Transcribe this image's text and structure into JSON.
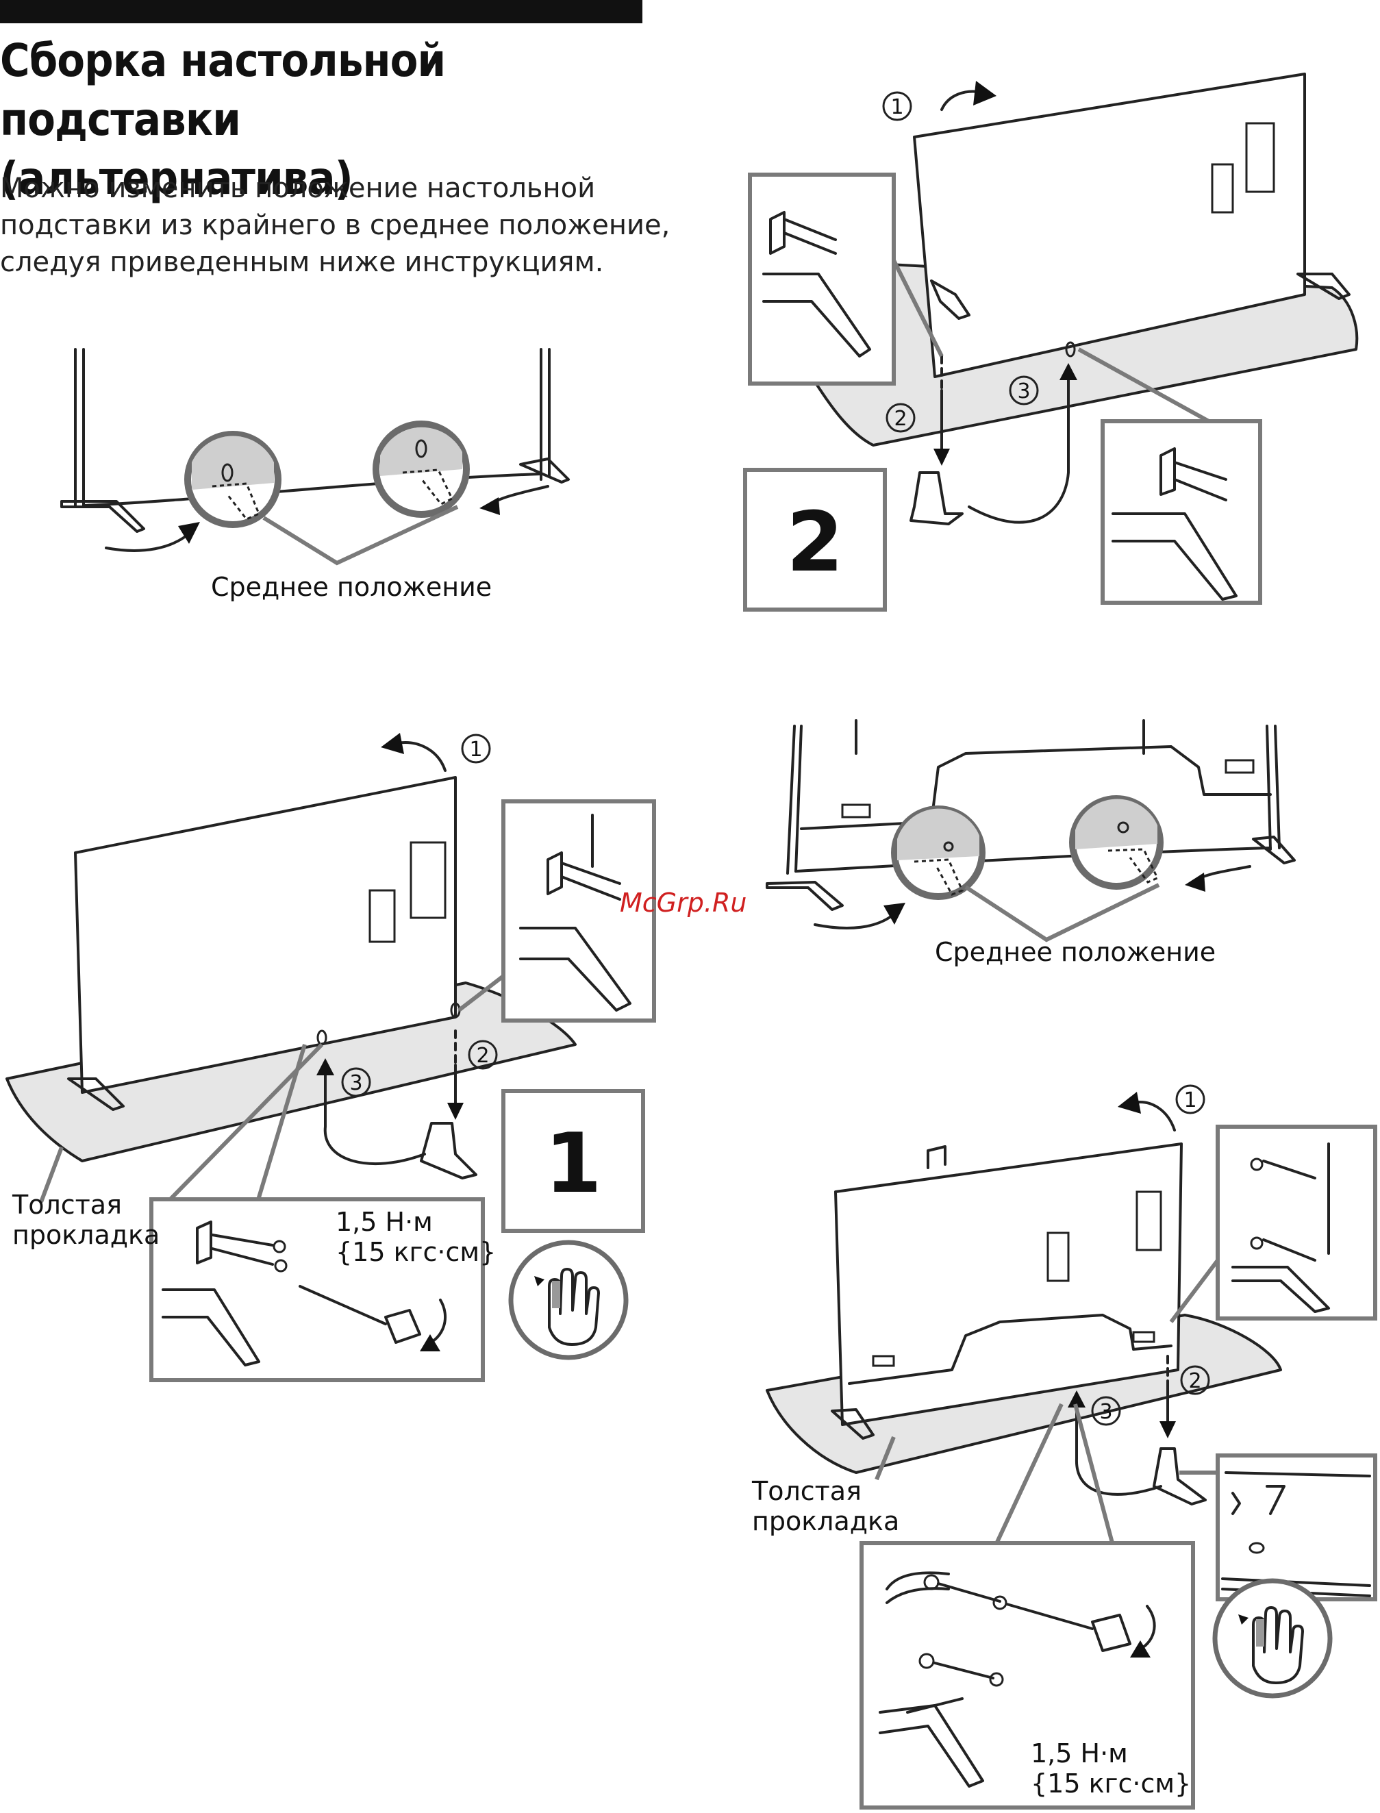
{
  "header": {
    "title_line1": "Сборка настольной подставки",
    "title_line2": "(альтернатива)"
  },
  "intro": {
    "line1": "Можно изменить положение настольной",
    "line2": "подставки из крайнего в среднее положение,",
    "line3": "следуя приведенным ниже инструкциям."
  },
  "labels": {
    "middle_position": "Среднее положение",
    "cushion_line1": "Толстая",
    "cushion_line2": "прокладка",
    "torque_line1": "1,5 Н·м",
    "torque_line2": "{15 кгс·см}"
  },
  "steps": {
    "step1": "1",
    "step2": "2",
    "c1": "1",
    "c2": "2",
    "c3": "3"
  },
  "watermark": "McGrp.Ru"
}
